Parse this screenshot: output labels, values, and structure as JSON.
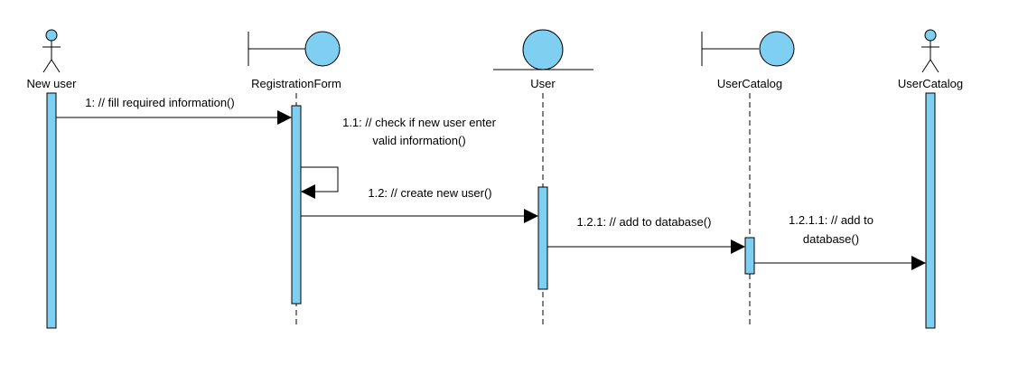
{
  "colors": {
    "fill": "#7fcff3",
    "line": "#000000"
  },
  "participants": [
    {
      "id": "new-user",
      "type": "actor",
      "label": "New user"
    },
    {
      "id": "registration-form",
      "type": "boundary",
      "label": "RegistrationForm"
    },
    {
      "id": "user",
      "type": "entity",
      "label": "User"
    },
    {
      "id": "user-catalog-boundary",
      "type": "boundary",
      "label": "UserCatalog"
    },
    {
      "id": "user-catalog-actor",
      "type": "actor",
      "label": "UserCatalog"
    }
  ],
  "messages": [
    {
      "from": "new-user",
      "to": "registration-form",
      "lines": [
        "1: // fill required information()"
      ]
    },
    {
      "from": "registration-form",
      "to": "registration-form",
      "lines": [
        "1.1: // check if new user enter",
        "valid information()"
      ]
    },
    {
      "from": "registration-form",
      "to": "user",
      "lines": [
        "1.2: // create new user()"
      ]
    },
    {
      "from": "user",
      "to": "user-catalog-boundary",
      "lines": [
        "1.2.1: // add to database()"
      ]
    },
    {
      "from": "user-catalog-boundary",
      "to": "user-catalog-actor",
      "lines": [
        "1.2.1.1: // add to",
        "database()"
      ]
    }
  ]
}
